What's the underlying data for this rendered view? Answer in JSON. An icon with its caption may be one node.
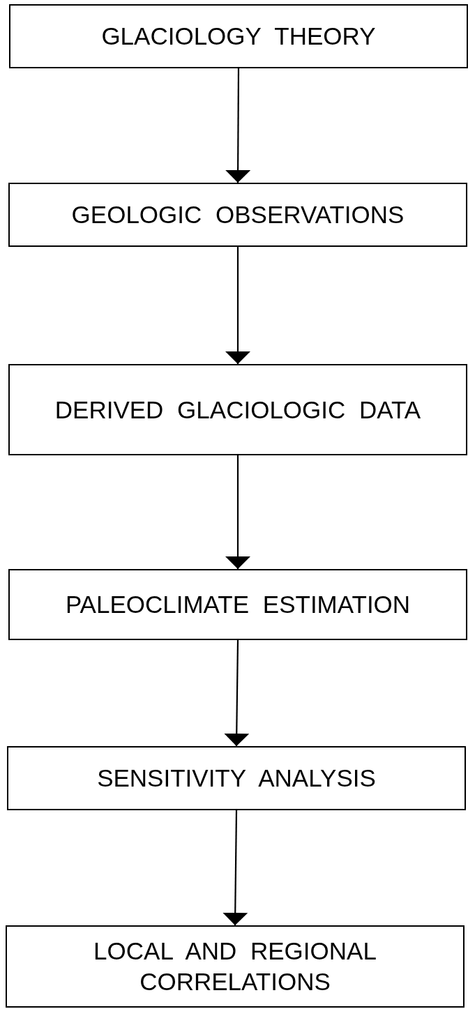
{
  "diagram": {
    "nodes": [
      {
        "text": [
          "GLACIOLOGY THEORY"
        ]
      },
      {
        "text": [
          "GEOLOGIC OBSERVATIONS"
        ]
      },
      {
        "text": [
          "DERIVED GLACIOLOGIC DATA"
        ]
      },
      {
        "text": [
          "PALEOCLIMATE ESTIMATION"
        ]
      },
      {
        "text": [
          "SENSITIVITY ANALYSIS"
        ]
      },
      {
        "text": [
          "LOCAL AND REGIONAL CORRELATIONS"
        ]
      }
    ],
    "edges": [
      {
        "from": 0,
        "to": 1,
        "arrow": "to"
      },
      {
        "from": 1,
        "to": 2,
        "arrow": "to"
      },
      {
        "from": 2,
        "to": 3,
        "arrow": "to"
      },
      {
        "from": 3,
        "to": 4,
        "arrow": "to"
      },
      {
        "from": 4,
        "to": 5,
        "arrow": "to"
      }
    ]
  }
}
